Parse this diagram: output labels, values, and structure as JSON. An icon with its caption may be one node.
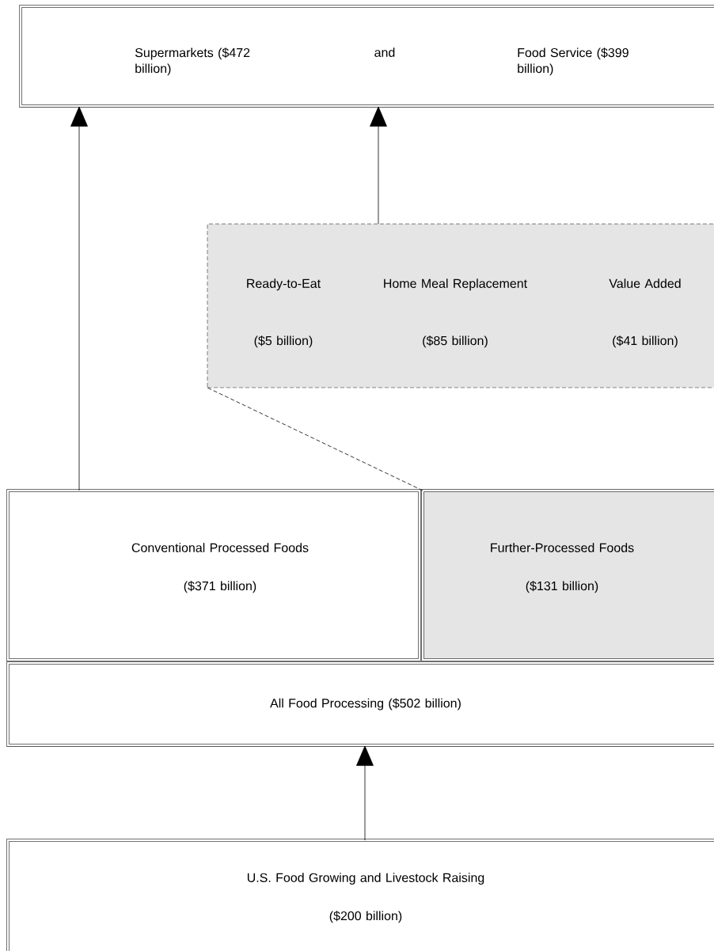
{
  "diagram": {
    "nodes": [
      {
        "text": [
          "Supermarkets ($472 billion)",
          "and",
          "Food Service ($399 billion)"
        ]
      },
      {
        "text": [
          "Ready-to-Eat",
          "($5 billion)",
          "Home Meal Replacement",
          "($85 billion)",
          "Value Added",
          "($41 billion)"
        ]
      },
      {
        "text": [
          "Conventional Processed Foods",
          "($371 billion)"
        ]
      },
      {
        "text": [
          "Further-Processed Foods",
          "($131 billion)"
        ]
      },
      {
        "text": [
          "All Food Processing ($502 billion)"
        ]
      },
      {
        "text": [
          "U.S. Food Growing and Livestock Raising",
          "($200 billion)"
        ]
      }
    ],
    "edges": [
      {
        "from": 2,
        "to": 0,
        "arrow": "to"
      },
      {
        "from": 1,
        "to": 0,
        "arrow": "to"
      },
      {
        "from": 3,
        "to": 1,
        "arrow": "none",
        "style": "dashed"
      },
      {
        "from": 5,
        "to": 4,
        "arrow": "to"
      }
    ]
  }
}
